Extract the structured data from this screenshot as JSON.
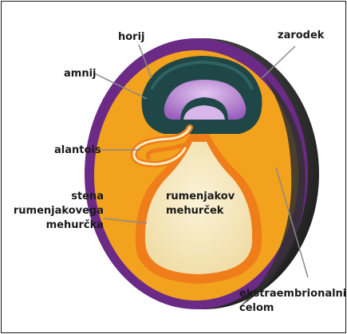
{
  "labels": {
    "horij": "horij",
    "zarodek": "zarodek",
    "amnij": "amnij",
    "alantois": "alantois",
    "stena_line1": "stena",
    "stena_line2": "rumenjakovega",
    "stena_line3": "mehurčka",
    "yolk_line1": "rumenjakov",
    "yolk_line2": "mehurček",
    "coelom_line1": "ekstraembrionalni",
    "coelom_line2": "celom"
  },
  "colors": {
    "chorion": "#6b2a86",
    "mesoderm": "#f2a21c",
    "membrane": "#ef7d1a",
    "yolk": "#f8ecc4",
    "amnion": "#1f4747",
    "embryo": "#b98ad3",
    "dark_shell": "#3c3c3c",
    "leader": "#8a8a8a"
  }
}
